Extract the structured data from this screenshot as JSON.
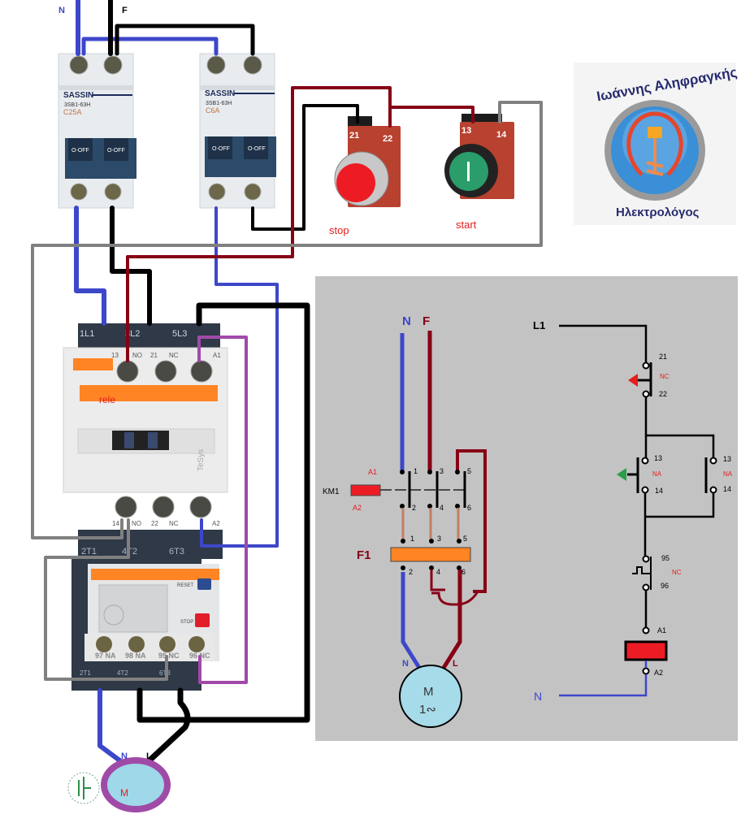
{
  "wiring": {
    "supply_labels": {
      "neutral": "N",
      "phase": "F"
    },
    "breaker_main": {
      "brand": "SASSIN",
      "model": "3SB1-63H",
      "rating": "C25A",
      "toggle_left": "O-OFF",
      "toggle_right": "O-OFF"
    },
    "breaker_control": {
      "brand": "SASSIN",
      "model": "3SB1-63H",
      "rating": "C6A",
      "toggle_left": "O-OFF",
      "toggle_right": "O-OFF"
    },
    "stop_button": {
      "label": "stop",
      "terminal_a": "21",
      "terminal_b": "22"
    },
    "start_button": {
      "label": "start",
      "terminal_a": "13",
      "terminal_b": "14",
      "glyph": "I"
    },
    "contactor": {
      "top_power": [
        "1L1",
        "3L2",
        "5L3"
      ],
      "top_aux": [
        "13",
        "NO",
        "21",
        "NC",
        "A1"
      ],
      "bottom_aux": [
        "14",
        "NO",
        "22",
        "NC",
        "A2"
      ],
      "bottom_power": [
        "2T1",
        "4T2",
        "6T3"
      ],
      "tag": "rele",
      "brand": "TeSys"
    },
    "thermal_relay": {
      "terminals": [
        "97 NA",
        "98 NA",
        "95 NC",
        "96 NC"
      ],
      "bottom_power": [
        "2T1",
        "4T2",
        "6T3"
      ],
      "reset_label": "RESET",
      "stop_label": "STOP"
    },
    "motor": {
      "label": "M",
      "terminal_n": "N",
      "terminal_l": "L"
    }
  },
  "logo": {
    "name": "Ιωάννης Αληφραγκής",
    "title": "Ηλεκτρολόγος"
  },
  "power_schematic": {
    "neutral": "N",
    "phase": "F",
    "contactor_label": "KM1",
    "coil_a1": "A1",
    "coil_a2": "A2",
    "contacts_top": [
      "1",
      "3",
      "5"
    ],
    "contacts_bottom": [
      "2",
      "4",
      "6"
    ],
    "overload_label": "F1",
    "overload_top": [
      "1",
      "3",
      "5"
    ],
    "overload_bottom": [
      "2",
      "4",
      "6"
    ],
    "motor_n": "N",
    "motor_l": "L",
    "motor_line1": "M",
    "motor_line2": "1∾"
  },
  "control_schematic": {
    "line": "L1",
    "neutral": "N",
    "stop": {
      "t1": "21",
      "t2": "22",
      "type": "NC"
    },
    "start": {
      "t1": "13",
      "t2": "14",
      "type": "NA"
    },
    "hold": {
      "t1": "13",
      "t2": "14",
      "type": "NA"
    },
    "overload": {
      "t1": "95",
      "t2": "96",
      "type": "NC"
    },
    "coil": {
      "t1": "A1",
      "t2": "A2"
    }
  },
  "colors": {
    "neutral": "#3d47c9",
    "phase": "#000000",
    "control_red": "#870015",
    "control_gray": "#808080",
    "coil_purple": "#a04aa8",
    "panel_bg": "#c3c3c3",
    "accent_orange": "#ff8424",
    "coil_red": "#ed1c24"
  }
}
